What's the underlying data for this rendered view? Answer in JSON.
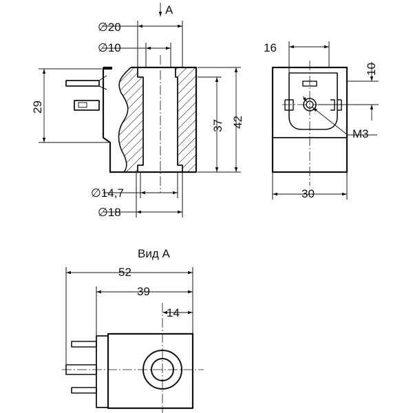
{
  "section_view": {
    "view_arrow_label": "A",
    "diam_outer_top": "∅20",
    "diam_inner_top": "∅10",
    "height_terminal": "29",
    "height_bore": "37",
    "height_total": "42",
    "diam_bottom_inner": "∅14,7",
    "diam_bottom_outer": "∅18"
  },
  "side_view": {
    "width_offset": "16",
    "height_offset": "10",
    "screw_thread": "M3",
    "width_total": "30"
  },
  "view_a": {
    "title": "Вид А",
    "length_total": "52",
    "length_body": "39",
    "center_offset": "14"
  }
}
